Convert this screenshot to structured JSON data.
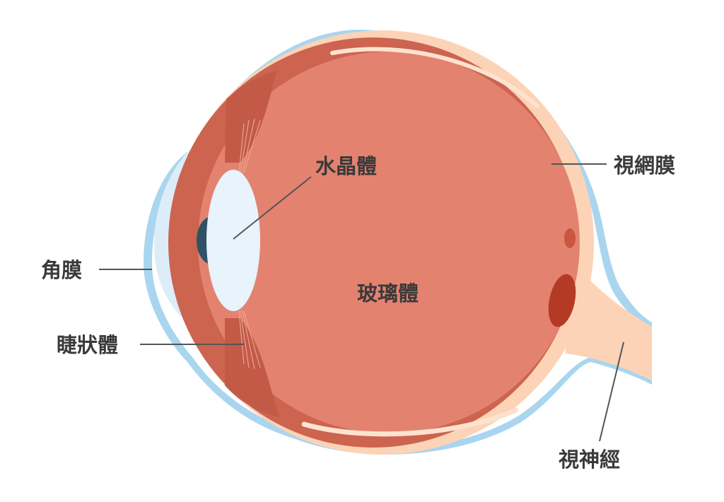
{
  "labels": {
    "lens": "水晶體",
    "retina": "視網膜",
    "cornea": "角膜",
    "vitreous": "玻璃體",
    "ciliary_body": "睫狀體",
    "optic_nerve": "視神經"
  },
  "colors": {
    "outer_layer": "#a9d5ef",
    "sclera_inner": "#cc6450",
    "vitreous": "#e48270",
    "retina": "#fcd3b6",
    "lens": "#e8f3fb",
    "pupil": "#2f5266",
    "iris": "#7fc3d8",
    "optic_disc": "#b43a26"
  }
}
